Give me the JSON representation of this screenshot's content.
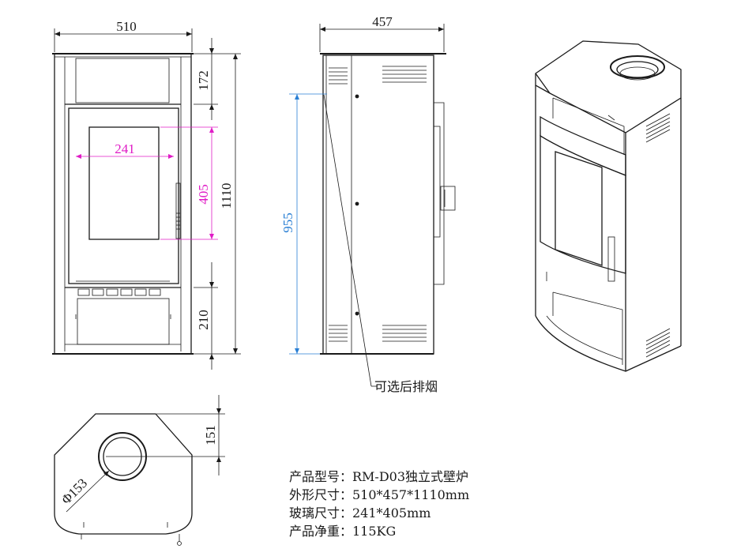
{
  "dimensions": {
    "front_width": "510",
    "top_section": "172",
    "total_height": "1110",
    "glass_width": "241",
    "glass_height": "405",
    "bottom_section": "210",
    "side_depth": "457",
    "flue_height": "955",
    "top_depth": "151",
    "flue_diameter": "Φ153"
  },
  "annotation": {
    "rear_flue": "可选后排烟"
  },
  "specs": [
    "产品型号：RM-D03独立式壁炉",
    "外形尺寸：510*457*1110mm",
    "玻璃尺寸：241*405mm",
    "产品净重：115KG"
  ],
  "colors": {
    "line": "#1a1a1a",
    "glass_dims": "#e01cc6",
    "flue_dim": "#2a7fd4"
  }
}
